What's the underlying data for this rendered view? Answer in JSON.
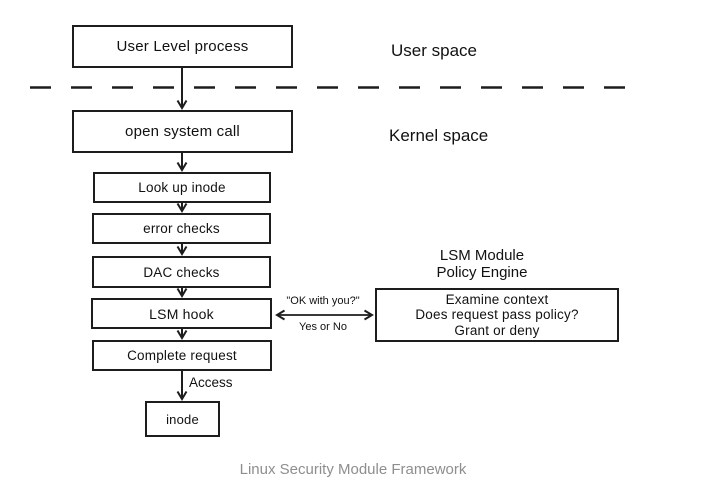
{
  "regions": {
    "user_space_label": "User space",
    "kernel_space_label": "Kernel space"
  },
  "flow": {
    "user_level_process": "User Level process",
    "open_system_call": "open system call",
    "look_up_inode": "Look up inode",
    "error_checks": "error checks",
    "dac_checks": "DAC checks",
    "lsm_hook": "LSM hook",
    "complete_request": "Complete request",
    "inode": "inode"
  },
  "policy_engine": {
    "heading_line1": "LSM Module",
    "heading_line2": "Policy Engine",
    "body_line1": "Examine context",
    "body_line2": "Does request pass policy?",
    "body_line3": "Grant or deny"
  },
  "edge_labels": {
    "ok_with_you": "\"OK with you?\"",
    "yes_or_no": "Yes or No",
    "access": "Access"
  },
  "caption": "Linux Security Module Framework",
  "colors": {
    "line": "#1d1d1d",
    "caption": "#8e8e8e",
    "background": "#ffffff"
  }
}
